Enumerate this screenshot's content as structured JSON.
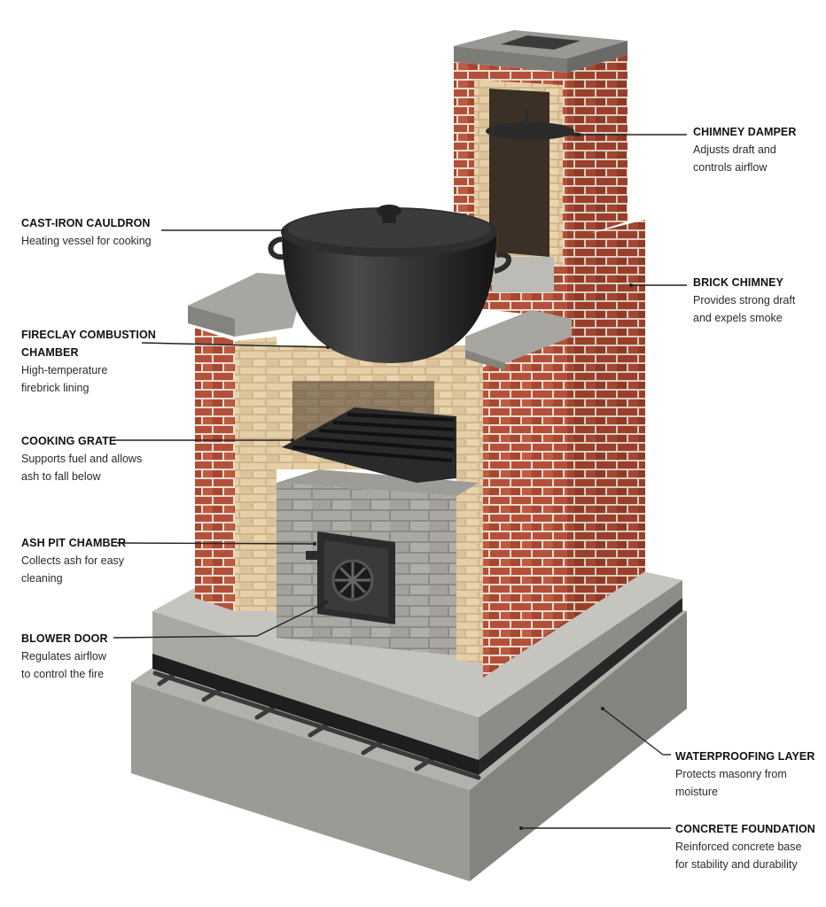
{
  "callouts": {
    "cauldron": {
      "title": "CAST-IRON CAULDRON",
      "desc": "Heating vessel for cooking"
    },
    "fireclay": {
      "title": "FIRECLAY COMBUSTION\nCHAMBER",
      "desc": "High-temperature\nfirebrick lining"
    },
    "grate": {
      "title": "COOKING GRATE",
      "desc": "Supports fuel and allows\nash to fall below"
    },
    "ashpit": {
      "title": "ASH PIT CHAMBER",
      "desc": "Collects ash for easy\ncleaning"
    },
    "blower": {
      "title": "BLOWER DOOR",
      "desc": "Regulates airflow\nto control the fire"
    },
    "damper": {
      "title": "CHIMNEY DAMPER",
      "desc": "Adjusts draft and\ncontrols airflow"
    },
    "chimney": {
      "title": "BRICK CHIMNEY",
      "desc": "Provides strong draft\nand expels smoke"
    },
    "waterproof": {
      "title": "WATERPROOFING LAYER",
      "desc": "Protects masonry from\nmoisture"
    },
    "foundation": {
      "title": "CONCRETE FOUNDATION",
      "desc": "Reinforced concrete base\nfor stability and durability"
    }
  },
  "colors": {
    "red_brick": "#b4503a",
    "red_brick_dark": "#8f3a28",
    "mortar": "#e8ddd0",
    "firebrick": "#e2c9a0",
    "firebrick_dark": "#c9ab7c",
    "concrete": "#b9b7b2",
    "concrete_dark": "#8f8d88",
    "slab_top": "#c6c4be",
    "cast_iron": "#2b2b2b",
    "membrane": "#1e1e1e",
    "leader_line": "#222222"
  }
}
